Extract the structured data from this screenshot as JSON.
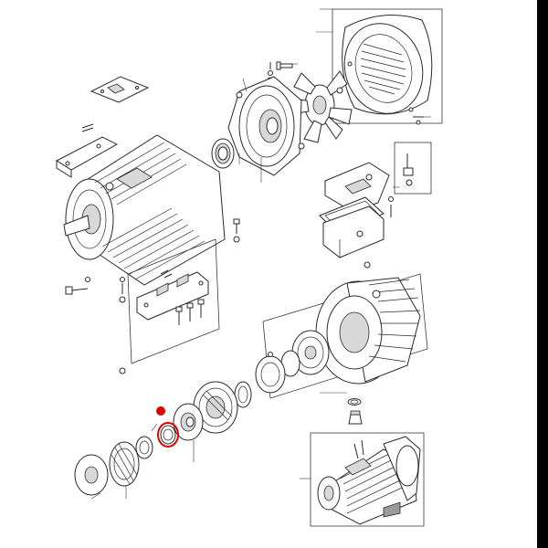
{
  "diagram": {
    "kind": "exploded-parts-view",
    "highlight_color": "#e00000",
    "ink_color": "#2a2a2a",
    "side_bar_color": "#000000",
    "parts": [
      "fan-cover",
      "cooling-fan",
      "rear-end-shield",
      "rear-bearing",
      "stator-housing",
      "terminal-box-lid",
      "terminal-box",
      "terminal-block",
      "front-housing",
      "front-end-shield",
      "front-bearing",
      "shaft-seal",
      "bearing-cover",
      "disc-flange",
      "assembled-motor"
    ],
    "highlighted_part": "shaft-seal"
  }
}
